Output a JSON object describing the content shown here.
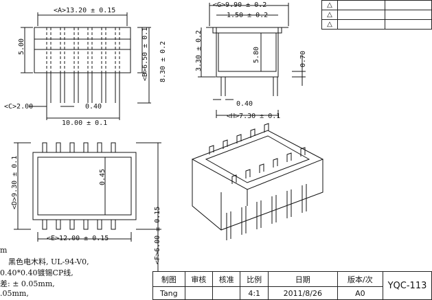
{
  "dimensions": {
    "A": "<A>13.20 ± 0.15",
    "five": "5.00",
    "B": "<B>6.50 ± 0.1",
    "eight": "8.30 ± 0.2",
    "C": "<C>2.00",
    "zero40a": "0.40",
    "ten": "10.00 ± 0.1",
    "G": "<G>9.90 ± 0.2",
    "one50": "1.50 ± 0.2",
    "three30": "3.30 ± 0.2",
    "five80": "5.80",
    "zero70": "0.70",
    "zero40b": "0.40",
    "H": "<H>7.30 ± 0.1",
    "D": "<D>9.30 ± 0.1",
    "zero45": "0.45",
    "E": "<E>12.00 ± 0.15",
    "F": "<F>6.00 ± 0.15"
  },
  "notes": {
    "n1": "m",
    "n2": "黑色电木料, UL-94-V0,",
    "n3": "0.40*0.40镀锡CP线,",
    "n4": "差: ± 0.05mm,",
    "n5": ".05mm,"
  },
  "title_block": {
    "headers": [
      "制图",
      "审核",
      "核准",
      "比例",
      "日期",
      "版本/次"
    ],
    "values": [
      "Tang",
      "",
      "",
      "4:1",
      "2011/8/26",
      "A0"
    ],
    "code": "YQC-113"
  },
  "revision": {
    "symbol": "△"
  }
}
